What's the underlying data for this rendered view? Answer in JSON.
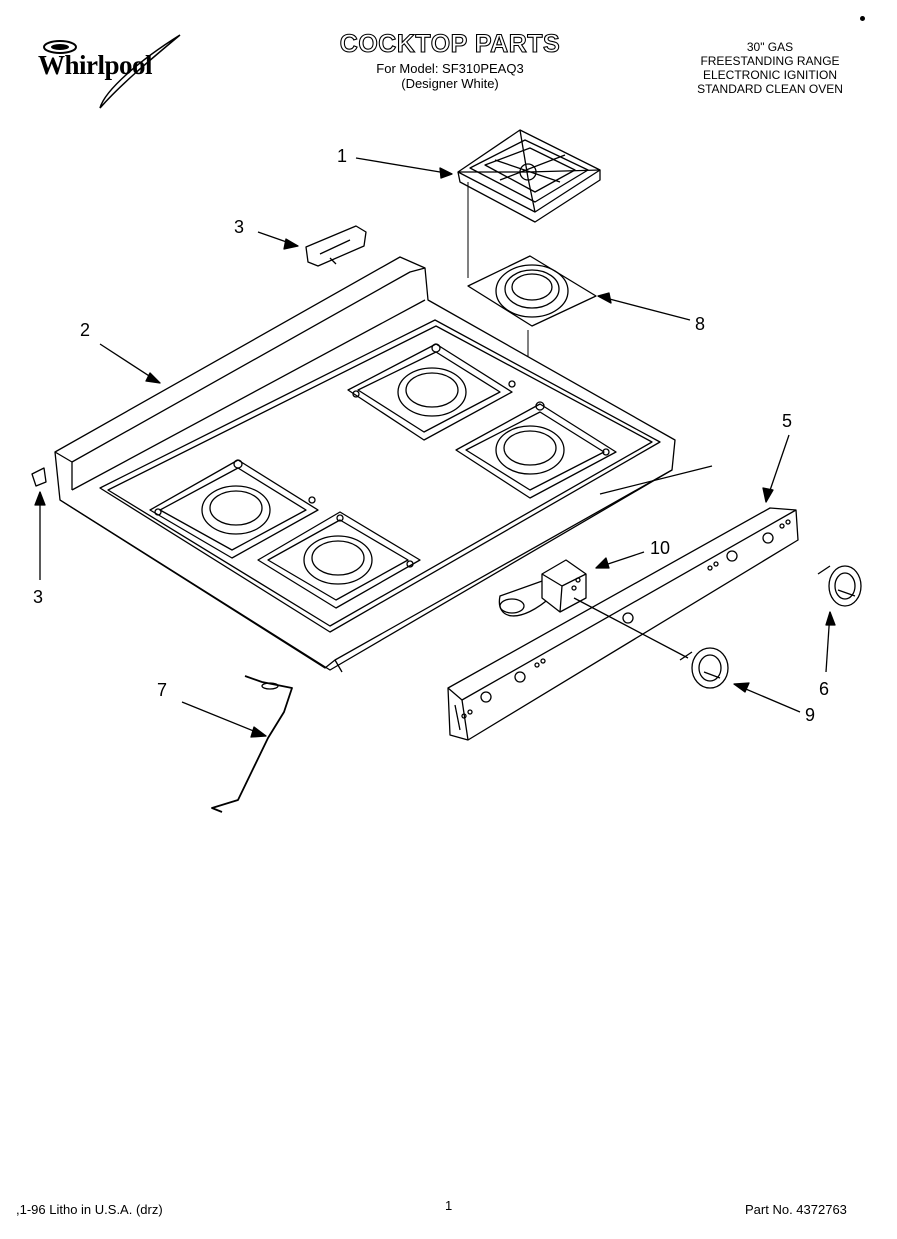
{
  "brand": "Whirlpool",
  "header": {
    "title": "COCKTOP PARTS",
    "model_line": "For Model: SF310PEAQ3",
    "color_line": "(Designer White)"
  },
  "spec_lines": [
    "30\" GAS",
    "FREESTANDING RANGE",
    "ELECTRONIC IGNITION",
    "STANDARD CLEAN OVEN"
  ],
  "callouts": {
    "c1": "1",
    "c2": "2",
    "c3a": "3",
    "c3b": "3",
    "c5": "5",
    "c6": "6",
    "c7": "7",
    "c8": "8",
    "c9": "9",
    "c10": "10"
  },
  "footer": {
    "left": ",1-96 Litho in U.S.A. (drz)",
    "page": "1",
    "part_no": "Part No. 4372763"
  }
}
